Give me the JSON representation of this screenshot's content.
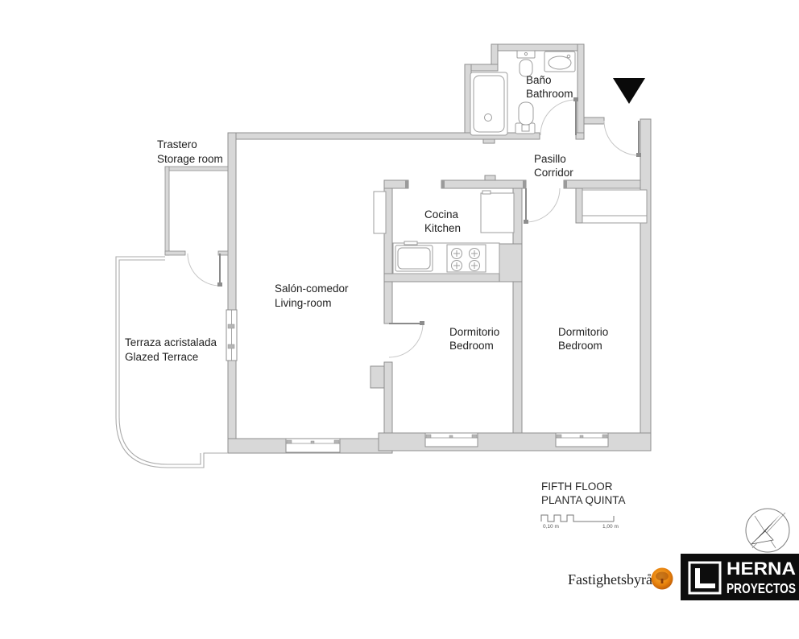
{
  "rooms": {
    "storage": {
      "es": "Trastero",
      "en": "Storage room"
    },
    "bathroom": {
      "es": "Baño",
      "en": "Bathroom"
    },
    "corridor": {
      "es": "Pasillo",
      "en": "Corridor"
    },
    "kitchen": {
      "es": "Cocina",
      "en": "Kitchen"
    },
    "living": {
      "es": "Salón-comedor",
      "en": "Living-room"
    },
    "terrace": {
      "es": "Terraza acristalada",
      "en": "Glazed Terrace"
    },
    "bedroom1": {
      "es": "Dormitorio",
      "en": "Bedroom"
    },
    "bedroom2": {
      "es": "Dormitorio",
      "en": "Bedroom"
    }
  },
  "floor_label": {
    "en": "FIFTH FLOOR",
    "es": "PLANTA QUINTA"
  },
  "scale_bar": {
    "minor": "0,10 m",
    "major": "1,00 m"
  },
  "branding": {
    "agency_name": "Fastighetsbyrån",
    "studio_name_line1": "HERNA",
    "studio_name_line2": "PROYECTOS"
  },
  "colors": {
    "wall_fill": "#d8d8d8",
    "wall_stroke": "#8f8f8f",
    "label_text": "#1f1f1f",
    "entrance_marker": "#0a0a0a",
    "agency_logo_orange": "#e8820c",
    "studio_logo_background": "#0d0d0d"
  }
}
